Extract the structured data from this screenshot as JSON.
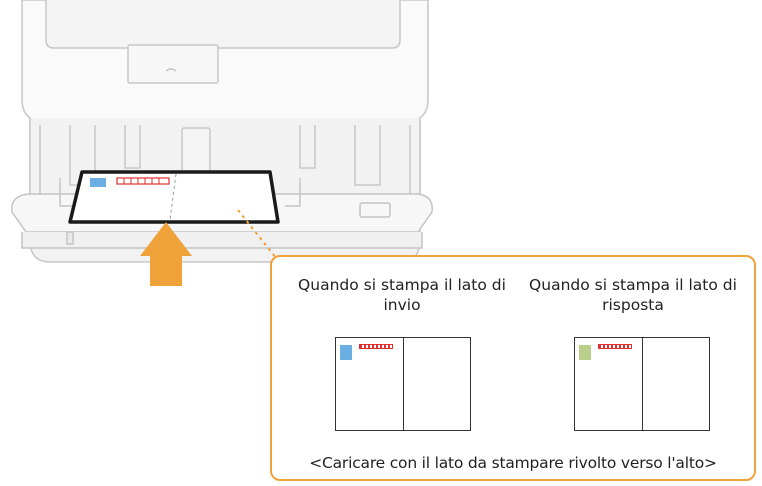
{
  "callout": {
    "left_caption": "Quando si stampa il lato di invio",
    "right_caption": "Quando si stampa il lato di risposta",
    "instruction": "<Caricare con il lato da stampare rivolto verso l'alto>"
  },
  "colors": {
    "callout_border": "#f0a23a",
    "arrow": "#f0a23a",
    "stamp_send": "#6aaee2",
    "stamp_reply": "#b9d08a",
    "postal_code": "#e03030"
  },
  "icons": {
    "insert_arrow": "arrow-up-icon"
  }
}
